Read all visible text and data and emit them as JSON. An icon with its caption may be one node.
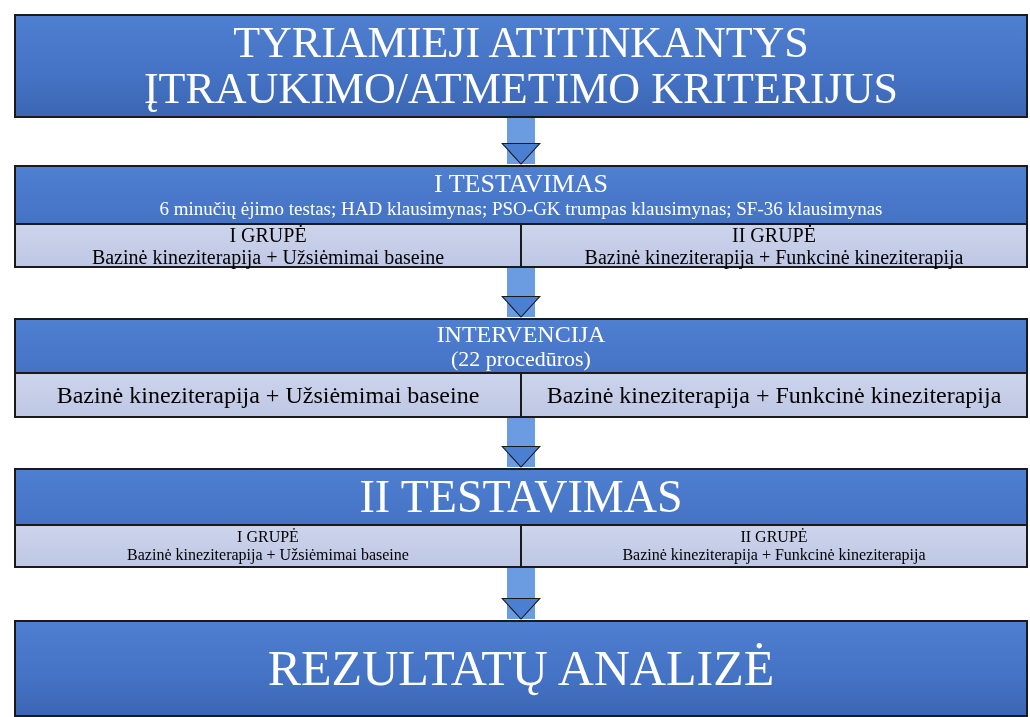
{
  "diagram": {
    "nodes": [
      {
        "text": [
          "TYRIAMIEJI ATITINKANTYS ĮTRAUKIMO/ATMETIMO KRITERIJUS"
        ]
      },
      {
        "text": [
          "I TESTAVIMAS",
          "6 minučių ėjimo testas; HAD klausimynas; PSO-GK trumpas klausimynas; SF-36 klausimynas"
        ]
      },
      {
        "text": [
          "I GRUPĖ",
          "Bazinė kineziterapija + Užsiėmimai baseine"
        ],
        "in": 1
      },
      {
        "text": [
          "II GRUPĖ",
          "Bazinė kineziterapija + Funkcinė kineziterapija"
        ],
        "in": 1
      },
      {
        "text": [
          "INTERVENCIJA",
          "(22  procedūros)"
        ]
      },
      {
        "text": [
          "Bazinė kineziterapija + Užsiėmimai baseine"
        ],
        "in": 4
      },
      {
        "text": [
          "Bazinė kineziterapija + Funkcinė kineziterapija"
        ],
        "in": 4
      },
      {
        "text": [
          "II TESTAVIMAS"
        ]
      },
      {
        "text": [
          "I GRUPĖ",
          "Bazinė kineziterapija + Užsiėmimai baseine"
        ],
        "in": 7
      },
      {
        "text": [
          "II GRUPĖ",
          "Bazinė kineziterapija + Funkcinė kineziterapija"
        ],
        "in": 7
      },
      {
        "text": [
          "REZULTATŲ ANALIZĖ"
        ]
      }
    ],
    "edges": [
      {
        "from": 0,
        "to": 1,
        "arrow": "to"
      },
      {
        "from": 1,
        "to": 4,
        "arrow": "to"
      },
      {
        "from": 4,
        "to": 7,
        "arrow": "to"
      },
      {
        "from": 7,
        "to": 10,
        "arrow": "to"
      }
    ]
  }
}
